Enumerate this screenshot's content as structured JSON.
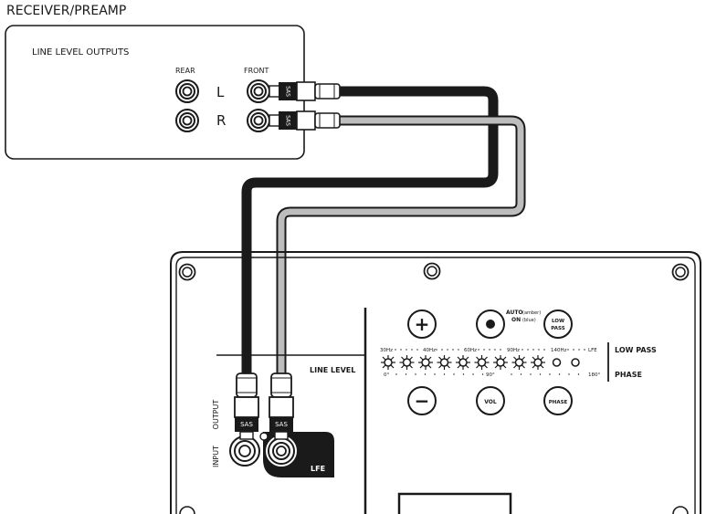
{
  "receiver": {
    "title": "RECEIVER/PREAMP",
    "section_label": "LINE LEVEL OUTPUTS",
    "col_rear": "REAR",
    "col_front": "FRONT",
    "row_left": "L",
    "row_right": "R",
    "plug_brand": "SAS"
  },
  "subwoofer_panel": {
    "line_level": "LINE LEVEL",
    "output": "OUTPUT",
    "input": "INPUT",
    "lfe": "LFE",
    "plug_brand": "SAS",
    "buttons": {
      "plus": "+",
      "minus": "−",
      "auto_label": "AUTO",
      "auto_note": "(amber)",
      "on_label": "ON",
      "on_note": "(blue)",
      "low_pass_line1": "LOW",
      "low_pass_line2": "PASS",
      "vol": "VOL",
      "phase": "PHASE"
    },
    "freq_scale": [
      "30Hz",
      "40Hz",
      "60Hz",
      "90Hz",
      "140Hz",
      "LFE"
    ],
    "phase_scale": [
      "0°",
      "90°",
      "180°"
    ],
    "indicator_low_pass": "LOW PASS",
    "indicator_phase": "PHASE",
    "led_lit_count": 9,
    "led_total": 11
  },
  "colors": {
    "ink": "#1a1a1a",
    "left_cable": "#1a1a1a",
    "right_cable": "#bdbdbd",
    "background": "#ffffff"
  }
}
